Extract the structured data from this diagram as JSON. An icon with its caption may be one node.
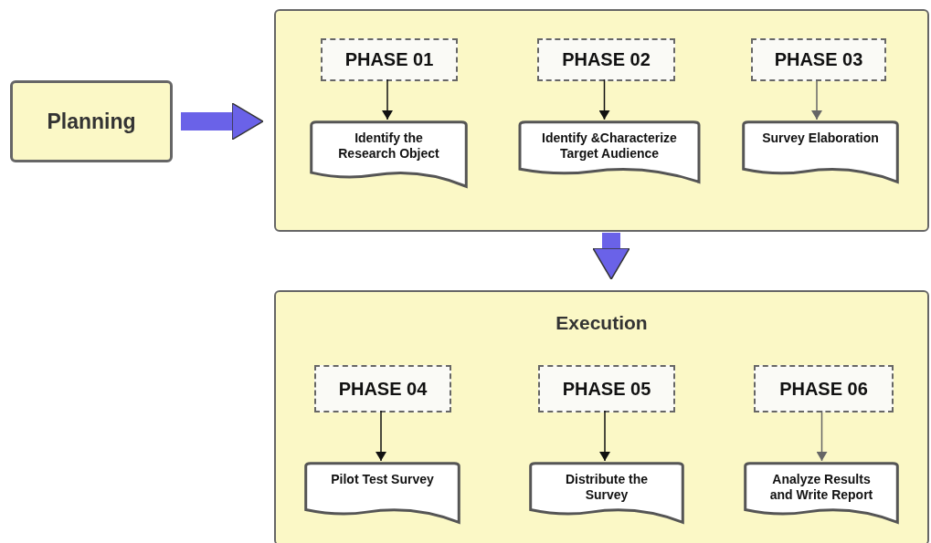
{
  "diagram": {
    "nodes": [
      {
        "text": [
          "Planning"
        ]
      },
      {
        "text": [],
        "shape": "box"
      },
      {
        "text": [
          "PHASE 01"
        ],
        "in": 1
      },
      {
        "text": [
          "Identify the Research Object"
        ],
        "in": 1
      },
      {
        "text": [
          "PHASE 02"
        ],
        "in": 1
      },
      {
        "text": [
          "Identify &Characterize Target Audience"
        ],
        "in": 1
      },
      {
        "text": [
          "PHASE 03"
        ],
        "in": 1
      },
      {
        "text": [
          "Survey  Elaboration"
        ],
        "in": 1
      },
      {
        "text": [
          "Execution"
        ]
      },
      {
        "text": [
          "PHASE 04"
        ],
        "in": 8
      },
      {
        "text": [
          "Pilot Test Survey"
        ],
        "in": 8
      },
      {
        "text": [
          "PHASE 05"
        ],
        "in": 8
      },
      {
        "text": [
          "Distribute the Survey"
        ],
        "in": 8
      },
      {
        "text": [
          "PHASE 06"
        ],
        "in": 8
      },
      {
        "text": [
          "Analyze Results and Write Report"
        ],
        "in": 8
      }
    ],
    "edges": [
      {
        "from": 0,
        "to": 1,
        "arrow": "to",
        "style": "thick",
        "color": "#6a62e8"
      },
      {
        "from": 2,
        "to": 3,
        "arrow": "to"
      },
      {
        "from": 4,
        "to": 5,
        "arrow": "to"
      },
      {
        "from": 6,
        "to": 7,
        "arrow": "to",
        "color": "#666666"
      },
      {
        "from": 1,
        "to": 8,
        "arrow": "to",
        "style": "thick",
        "color": "#6a62e8"
      },
      {
        "from": 9,
        "to": 10,
        "arrow": "to"
      },
      {
        "from": 11,
        "to": 12,
        "arrow": "to"
      },
      {
        "from": 13,
        "to": 14,
        "arrow": "to",
        "color": "#666666"
      }
    ]
  }
}
